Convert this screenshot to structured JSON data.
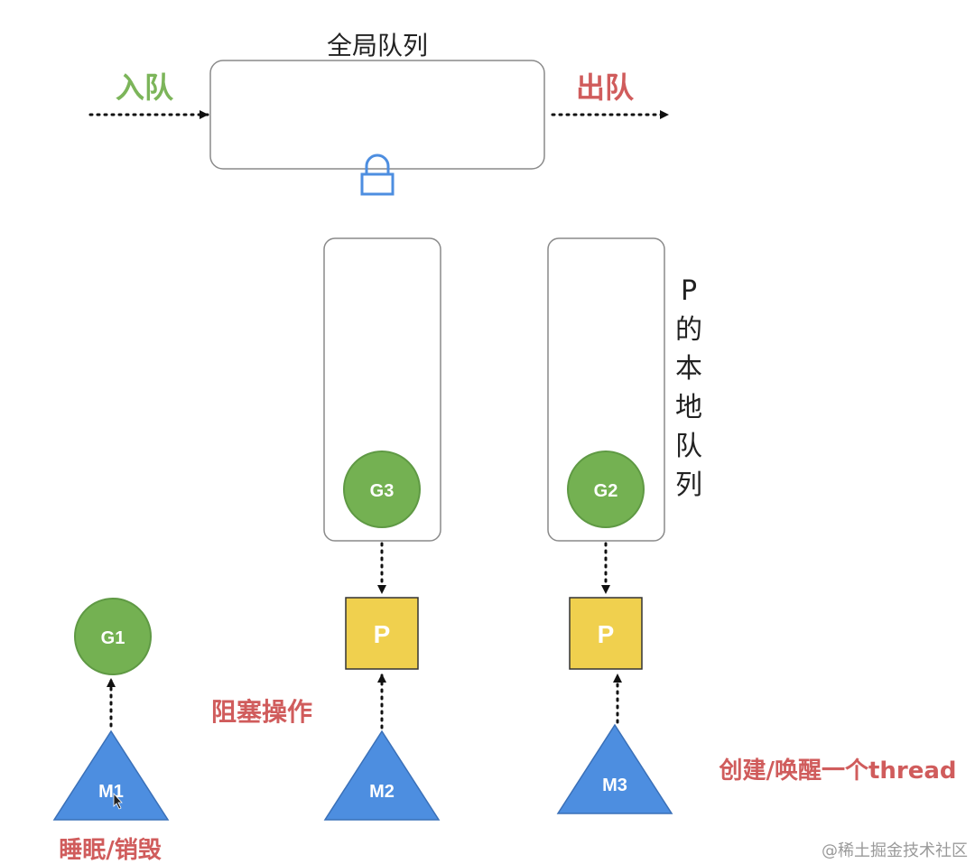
{
  "global_queue": {
    "title": "全局队列"
  },
  "enqueue": {
    "label": "入队"
  },
  "dequeue": {
    "label": "出队"
  },
  "local_queue": {
    "label_chars": [
      "P",
      "的",
      "本",
      "地",
      "队",
      "列"
    ]
  },
  "goroutines": {
    "g1": "G1",
    "g2": "G2",
    "g3": "G3"
  },
  "processors": {
    "p_left": "P",
    "p_right": "P"
  },
  "machines": {
    "m1": "M1",
    "m2": "M2",
    "m3": "M3"
  },
  "annotations": {
    "sleep_destroy": "睡眠/销毁",
    "blocking_op": "阻塞操作",
    "create_wake": "创建/唤醒一个thread"
  },
  "watermark": "@稀土掘金技术社区",
  "colors": {
    "enqueue": "#7cb55a",
    "dequeue": "#d05c5c",
    "annotation": "#d05c5c",
    "goroutine": "#74b152",
    "processor": "#f0d04e",
    "machine": "#4d8ee0",
    "lock": "#4d8ee0"
  }
}
